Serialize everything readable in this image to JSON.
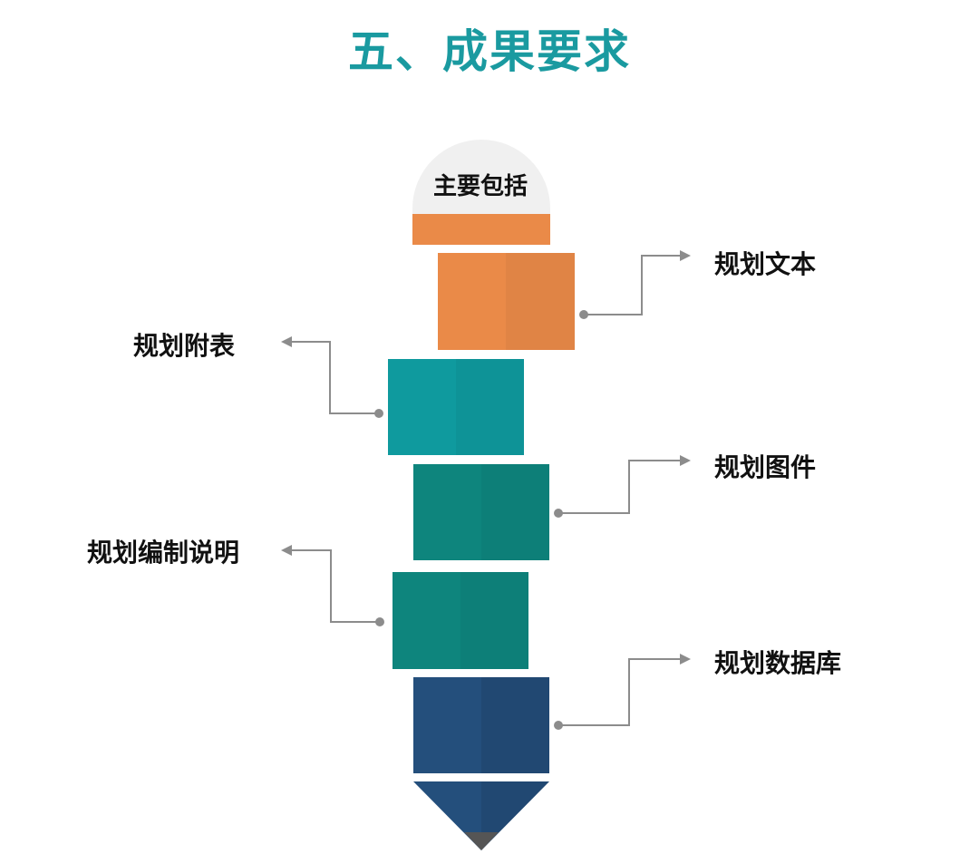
{
  "title": "五、成果要求",
  "cap_label": "主要包括",
  "items": [
    {
      "label": "规划文本",
      "side": "right",
      "color": "#ea8a48"
    },
    {
      "label": "规划附表",
      "side": "left",
      "color": "#0f9a9e"
    },
    {
      "label": "规划图件",
      "side": "right",
      "color": "#0e857d"
    },
    {
      "label": "规划编制说明",
      "side": "left",
      "color": "#0e857d"
    },
    {
      "label": "规划数据库",
      "side": "right",
      "color": "#244f7c"
    }
  ],
  "colors": {
    "title": "#1a9aa0",
    "cap": "#f0f0f0",
    "ferrule": "#ea8a48",
    "tip": "#244f7c",
    "tip_point": "#555555",
    "connector": "#8c8c8c"
  }
}
